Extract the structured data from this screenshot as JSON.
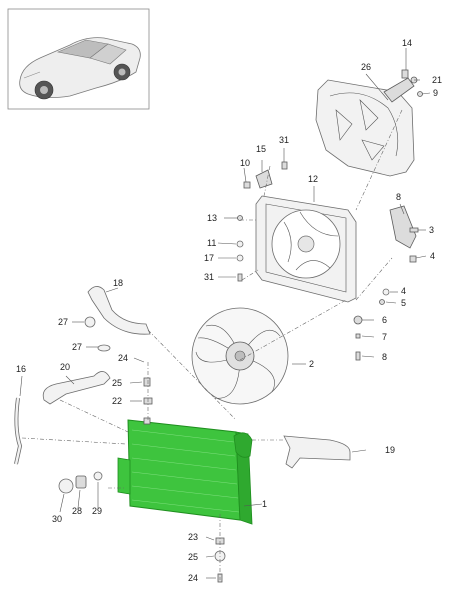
{
  "diagram": {
    "callouts": [
      "1",
      "2",
      "3",
      "4",
      "4",
      "5",
      "6",
      "7",
      "8",
      "8",
      "9",
      "10",
      "11",
      "12",
      "13",
      "14",
      "15",
      "16",
      "17",
      "18",
      "19",
      "20",
      "21",
      "22",
      "23",
      "24",
      "24",
      "25",
      "25",
      "26",
      "27",
      "27",
      "28",
      "29",
      "30",
      "31",
      "31"
    ],
    "colors": {
      "highlight_fill": "#3ec43e",
      "highlight_stroke": "#1f8f1f",
      "line": "#555555",
      "part": "#f2f2f2"
    }
  }
}
